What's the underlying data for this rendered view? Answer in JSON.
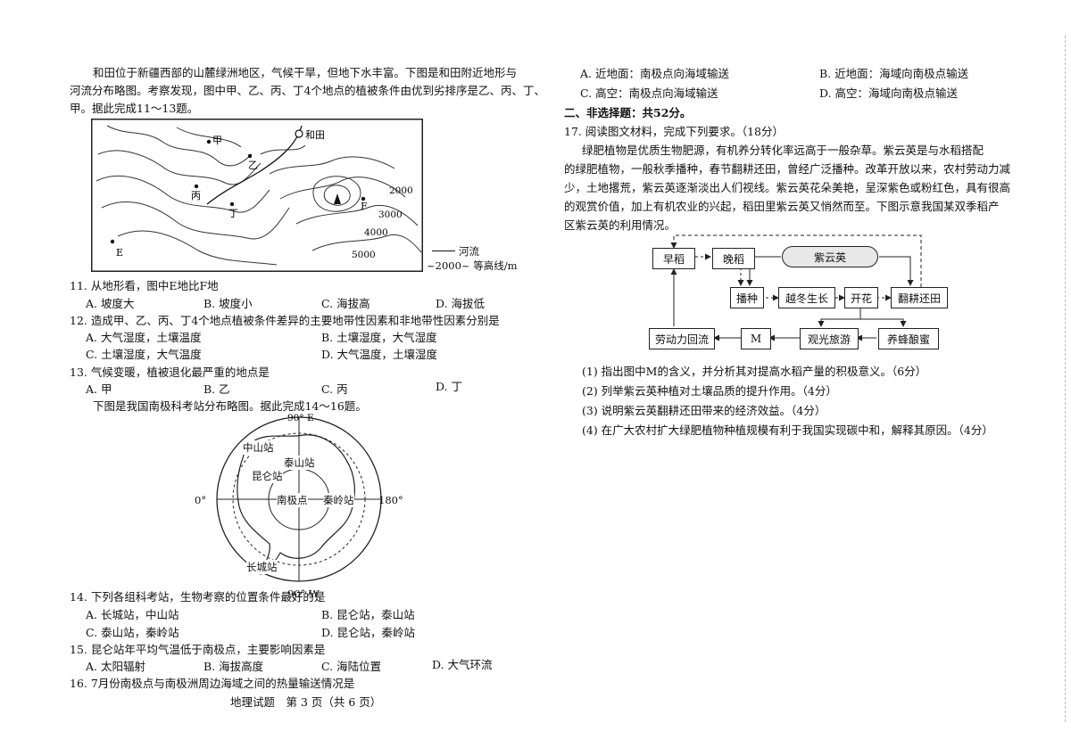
{
  "left": {
    "intro": [
      "和田位于新疆西部的山麓绿洲地区，气候干旱，但地下水丰富。下图是和田附近地形与",
      "河流分布略图。考察发现，图中甲、乙、丙、丁4个地点的植被条件由优到劣排序是乙、丙、丁、",
      "甲。据此完成11～13题。"
    ],
    "map1": {
      "city": "和田",
      "points": [
        "甲",
        "乙",
        "丙",
        "丁",
        "E",
        "F"
      ],
      "contours": [
        "2000",
        "3000",
        "4000",
        "5000"
      ],
      "legend_river": "河流",
      "legend_contour": "~2000~ 等高线/m"
    },
    "q11": {
      "stem": "11. 从地形看，图中E地比F地",
      "opts": [
        "A. 坡度大",
        "B. 坡度小",
        "C. 海拔高",
        "D. 海拔低"
      ]
    },
    "q12": {
      "stem": "12. 造成甲、乙、丙、丁4个地点植被条件差异的主要地带性因素和非地带性因素分别是",
      "opts": [
        "A. 大气湿度，土壤温度",
        "B. 土壤湿度，大气湿度",
        "C. 土壤湿度，大气温度",
        "D. 大气温度，土壤湿度"
      ]
    },
    "q13": {
      "stem": "13. 气候变暖，植被退化最严重的地点是",
      "opts": [
        "A. 甲",
        "B. 乙",
        "C. 丙",
        "D. 丁"
      ]
    },
    "intro2": "下图是我国南极科考站分布略图。据此完成14～16题。",
    "map2": {
      "top": "90° E",
      "bottom": "90° W",
      "left": "0°",
      "right": "180°",
      "center": "南极点",
      "stations": [
        "中山站",
        "泰山站",
        "昆仑站",
        "秦岭站",
        "长城站"
      ]
    },
    "q14": {
      "stem": "14. 下列各组科考站，生物考察的位置条件最好的是",
      "opts": [
        "A. 长城站，中山站",
        "B. 昆仑站，泰山站",
        "C. 泰山站，秦岭站",
        "D. 昆仑站，秦岭站"
      ]
    },
    "q15": {
      "stem": "15. 昆仑站年平均气温低于南极点，主要影响因素是",
      "opts": [
        "A. 太阳辐射",
        "B. 海拔高度",
        "C. 海陆位置",
        "D. 大气环流"
      ]
    },
    "q16": {
      "stem": "16. 7月份南极点与南极洲周边海域之间的热量输送情况是"
    },
    "footer": "地理试题　第 3 页（共 6 页）"
  },
  "right": {
    "q16_opts": [
      "A. 近地面：南极点向海域输送",
      "B. 近地面：海域向南极点输送",
      "C. 高空：南极点向海域输送",
      "D. 高空：海域向南极点输送"
    ],
    "section": "二、非选择题：共52分。",
    "q17_stem": "17. 阅读图文材料，完成下列要求。（18分）",
    "q17_material": [
      "绿肥植物是优质生物肥源，有机养分转化率远高于一般杂草。紫云英是与水稻搭配",
      "的绿肥植物，一般秋季播种，春节翻耕还田，曾经广泛播种。改革开放以来，农村劳动力减",
      "少，土地撂荒，紫云英逐渐淡出人们视线。紫云英花朵美艳，呈深紫色或粉红色，具有很高",
      "的观赏价值，加上有机农业的兴起，稻田里紫云英又悄然而至。下图示意我国某双季稻产",
      "区紫云英的利用情况。"
    ],
    "flow": {
      "early_rice": "早稻",
      "late_rice": "晚稻",
      "milkvetch": "紫云英",
      "sow": "播种",
      "overwinter": "越冬生长",
      "flower": "开花",
      "plow": "翻耕还田",
      "labor": "劳动力回流",
      "m": "M",
      "tour": "观光旅游",
      "bee": "养蜂酿蜜"
    },
    "q17_subs": [
      "(1) 指出图中M的含义，并分析其对提高水稻产量的积极意义。（6分）",
      "(2) 列举紫云英种植对土壤品质的提升作用。（4分）",
      "(3) 说明紫云英翻耕还田带来的经济效益。（4分）",
      "(4) 在广大农村扩大绿肥植物种植规模有利于我国实现碳中和，解释其原因。（4分）"
    ]
  }
}
